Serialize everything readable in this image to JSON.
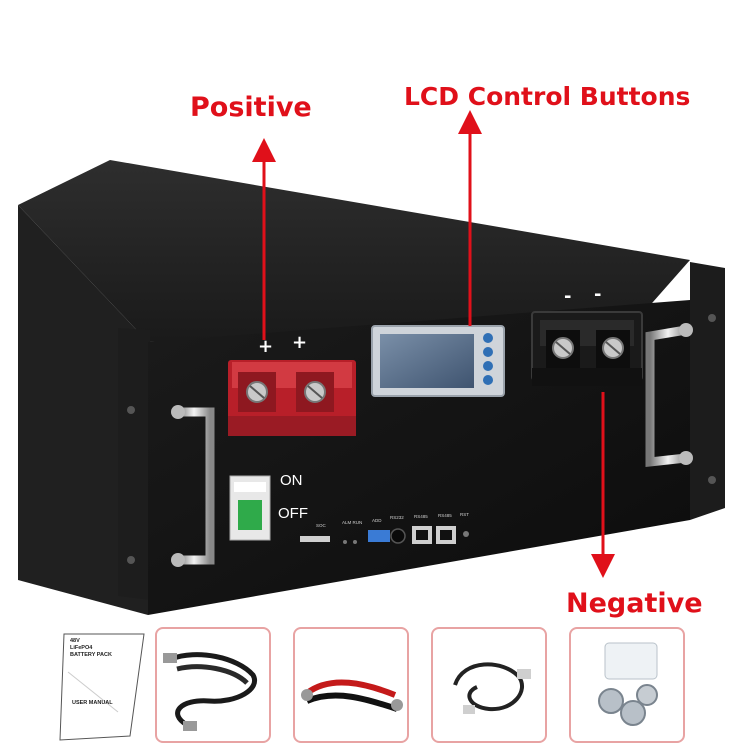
{
  "callouts": {
    "positive": "Positive",
    "lcd": "LCD Control Buttons",
    "negative": "Negative"
  },
  "unit": {
    "positive_signs": [
      "+",
      "+"
    ],
    "negative_signs": [
      "-",
      "-"
    ],
    "switch_on": "ON",
    "switch_off": "OFF",
    "port_labels": [
      "SOC",
      "ALM RUN",
      "ADD",
      "RS232",
      "RS485",
      "RS485",
      "RST"
    ]
  },
  "accessories": {
    "manual_lines": [
      "48V",
      "LiFePO4",
      "BATTERY PACK"
    ],
    "manual_footer": "USER MANUAL"
  },
  "colors": {
    "callout_red": "#e0101a",
    "chassis": "#151515",
    "terminal_red": "#c8252f",
    "lcd_screen": "#5a6f8a"
  }
}
